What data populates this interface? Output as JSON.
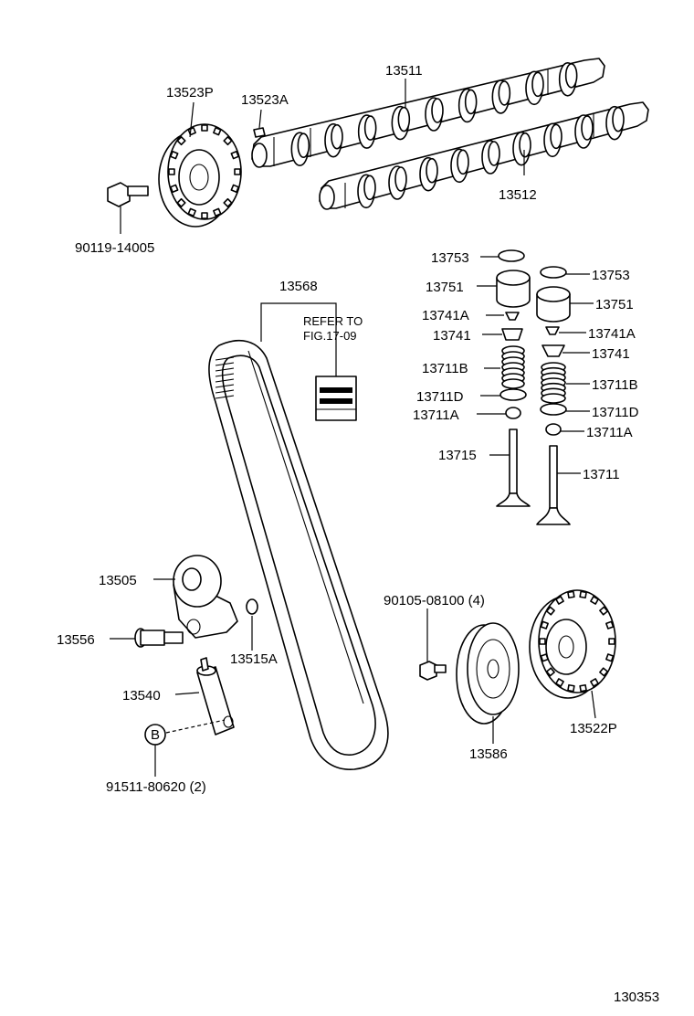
{
  "labels": {
    "p13511": "13511",
    "p13512": "13512",
    "p13523P": "13523P",
    "p13523A": "13523A",
    "p90119": "90119-14005",
    "p13568": "13568",
    "p13753_l": "13753",
    "p13753_r": "13753",
    "p13751_l": "13751",
    "p13751_r": "13751",
    "p13741A_l": "13741A",
    "p13741A_r": "13741A",
    "p13741_l": "13741",
    "p13741_r": "13741",
    "p13711B_l": "13711B",
    "p13711B_r": "13711B",
    "p13711D_l": "13711D",
    "p13711D_r": "13711D",
    "p13711A_l": "13711A",
    "p13711A_r": "13711A",
    "p13715": "13715",
    "p13711": "13711",
    "p13505": "13505",
    "p13556": "13556",
    "p13515A": "13515A",
    "p13540": "13540",
    "p91511": "91511-80620 (2)",
    "p90105": "90105-08100 (4)",
    "p13586": "13586",
    "p13522P": "13522P",
    "circle_b": "B"
  },
  "refer_box": {
    "line1": "REFER TO",
    "line2": "FIG.17-09"
  },
  "figure_number": "130353"
}
